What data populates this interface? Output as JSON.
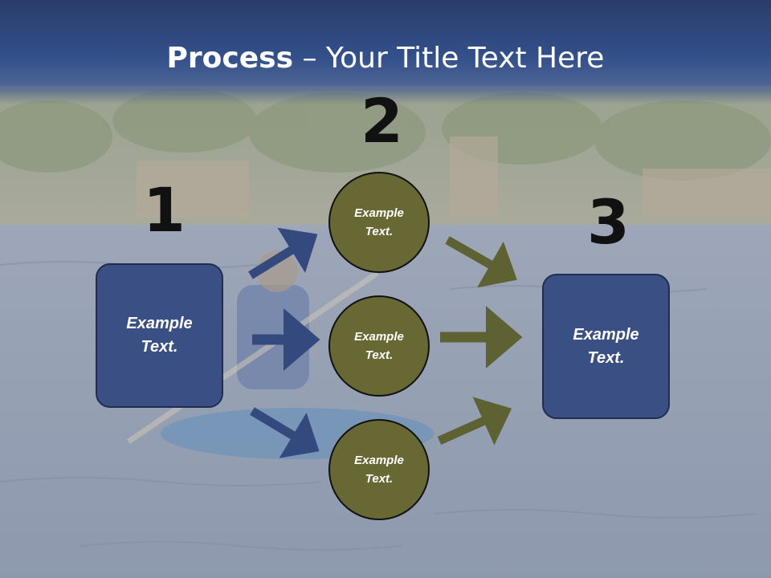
{
  "title": {
    "bold": "Process",
    "rest": " – Your Title Text Here"
  },
  "steps": {
    "one": "1",
    "two": "2",
    "three": "3"
  },
  "left_box": {
    "line1": "Example",
    "line2": "Text."
  },
  "right_box": {
    "line1": "Example",
    "line2": "Text."
  },
  "circles": [
    {
      "line1": "Example",
      "line2": "Text."
    },
    {
      "line1": "Example",
      "line2": "Text."
    },
    {
      "line1": "Example",
      "line2": "Text."
    }
  ],
  "colors": {
    "title_bar": "#33508a",
    "box_fill": "#3a4f84",
    "circle_fill": "#676834",
    "arrow_blue": "#34497e",
    "arrow_olive": "#5e6132"
  },
  "background": "faded photo of a man paddling a blue inflatable kayak on a lake with rocky wooded shore"
}
